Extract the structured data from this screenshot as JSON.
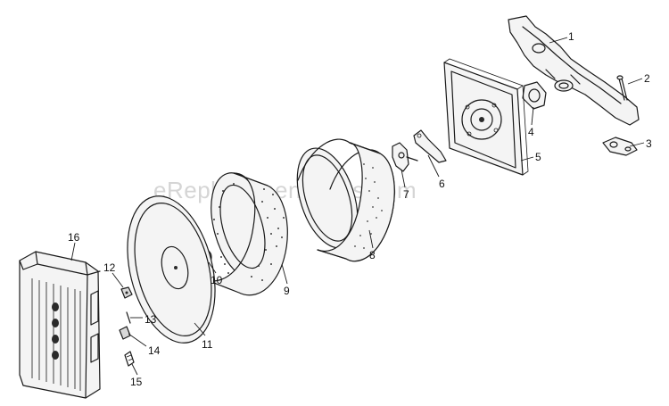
{
  "watermark": "eReplacementParts.com",
  "callouts": {
    "c1": "1",
    "c2": "2",
    "c3": "3",
    "c4": "4",
    "c5": "5",
    "c6": "6",
    "c7": "7",
    "c8": "8",
    "c9": "9",
    "c10": "10",
    "c11": "11",
    "c12": "12",
    "c13": "13",
    "c14": "14",
    "c15": "15",
    "c16": "16"
  },
  "colors": {
    "line": "#1a1a1a",
    "watermark": "#c8c8c8",
    "background": "#ffffff"
  }
}
